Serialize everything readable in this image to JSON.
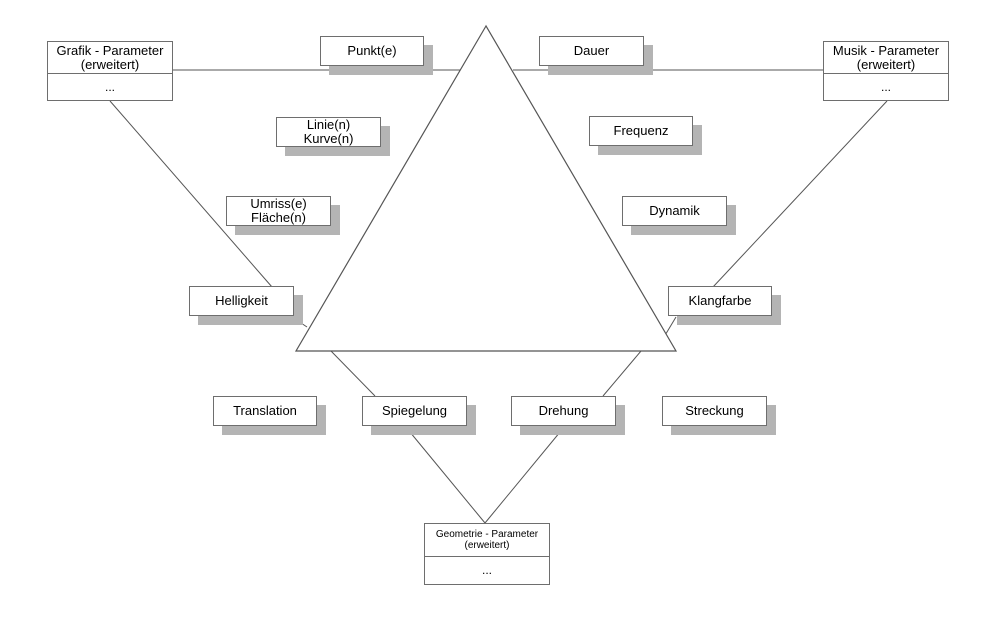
{
  "grafik": {
    "title": "Grafik - Parameter",
    "subtitle": "(erweitert)",
    "body": "..."
  },
  "musik": {
    "title": "Musik - Parameter",
    "subtitle": "(erweitert)",
    "body": "..."
  },
  "geometrie": {
    "title": "Geometrie - Parameter",
    "subtitle": "(erweitert)",
    "body": "..."
  },
  "labels": {
    "punkt": "Punkt(e)",
    "linie": "Linie(n)",
    "kurve": "Kurve(n)",
    "umriss": "Umriss(e)",
    "flaeche": "Fläche(n)",
    "helligkeit": "Helligkeit",
    "dauer": "Dauer",
    "frequenz": "Frequenz",
    "dynamik": "Dynamik",
    "klangfarbe": "Klangfarbe",
    "translation": "Translation",
    "spiegelung": "Spiegelung",
    "drehung": "Drehung",
    "streckung": "Streckung"
  }
}
